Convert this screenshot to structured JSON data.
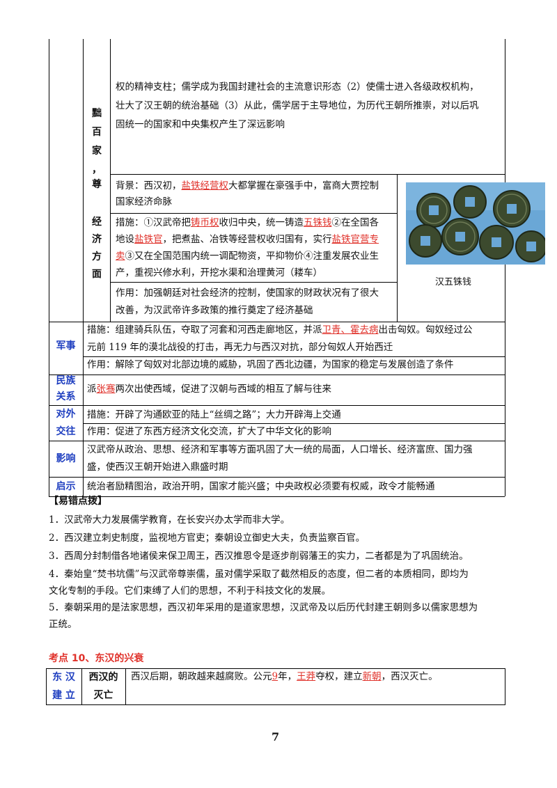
{
  "confucian": {
    "side_label_chars": [
      "黜",
      "百",
      "家",
      "，",
      "尊"
    ],
    "lines": [
      "权的精神支柱；儒学成为我国封建社会的主流意识形态（2）使儒士进入各级政权机构，",
      "壮大了汉王朝的统治基础（3）从此，儒学居于主导地位，为历代王朝所推崇，对以后巩",
      "固统一的国家和中央集权产生了深远影响"
    ]
  },
  "economy": {
    "label_chars": [
      "经",
      "济",
      "方",
      "面"
    ],
    "background": {
      "l1_a": "背景：西汉初，",
      "l1_red": "盐铁经营权",
      "l1_b": "大都掌握在豪强手中，富商大贾控制",
      "l2": "国家经济命脉"
    },
    "measures": {
      "l1_a": "措施：①汉武帝把",
      "l1_red1": "铸币权",
      "l1_b": "收归中央，统一铸造",
      "l1_red2": "五铢钱",
      "l1_c": "②在全国各",
      "l2_a": "地设",
      "l2_red1": "盐铁官",
      "l2_b": "，把煮盐、冶铁等经营权收归国有，实行",
      "l2_red2": "盐铁官营专",
      "l3_red": "卖",
      "l3_b": "③又在全国范围内统一调配物资，平抑物价④注重发展农业生",
      "l4": "产，重视兴修水利，开挖水渠和治理黄河（耧车）"
    },
    "effect": {
      "l1": "作用：加强朝廷对社会经济的控制，使国家的财政状况有了很大",
      "l2": "改善，为汉武帝许多政策的推行奠定了经济基础"
    },
    "coin_caption": "汉五铢钱"
  },
  "military": {
    "label": "军事",
    "m1_a": "措施：组建骑兵队伍，夺取了河套和河西走廊地区，并派",
    "m1_red": "卫青、霍去病",
    "m1_b": "出击匈奴。匈奴经过公",
    "m2": "元前 119 年的漠北战役的打击，再无力与西汉对抗，部分匈奴人开始西迁",
    "effect": "作用：解除了匈奴对北部边境的威胁，巩固了西北边疆，为国家的稳定与发展创造了条件"
  },
  "ethnic": {
    "label1": "民族",
    "label2": "关系",
    "a": "派",
    "red": "张骞",
    "b": "两次出使西域，促进了汉朝与西域的相互了解与往来"
  },
  "foreign": {
    "label1": "对外",
    "label2": "交往",
    "measure": "措施：开辟了沟通欧亚的陆上“丝绸之路”；大力开辟海上交通",
    "effect": "作用：促进了东西方经济文化交流，扩大了中华文化的影响"
  },
  "influence": {
    "label": "影响",
    "l1": "汉武帝从政治、思想、经济和军事等方面巩固了大一统的局面，人口增长、经济富庶、国力强",
    "l2": "盛，使西汉王朝开始进入鼎盛时期"
  },
  "enlighten": {
    "label": "启示",
    "text": "统治者励精图治，政治开明，国家才能兴盛；中央政权必须要有权威，政令才能畅通"
  },
  "tips": {
    "heading": "【易错点拨】",
    "items": [
      "1．汉武帝大力发展儒学教育，在长安兴办太学而非大学。",
      "2．西汉建立刺史制度，监视地方官吏；秦朝设立御史大夫，负责监察百官。",
      "3．西周分封制借各地诸侯来保卫周王，西汉推恩令是逐步削弱藩王的实力，二者都是为了巩固统治。",
      "4．秦始皇“焚书坑儒”与汉武帝尊崇儒，虽对儒学采取了截然相反的态度，但二者的本质相同，即均为",
      "文化专制的手段。它们束缚了人们的思想，不利于科技文化的发展。",
      "5．秦朝采用的是法家思想，西汉初年采用的是道家思想，汉武帝及以后历代封建王朝则多以儒家思想为",
      "正统。"
    ]
  },
  "section10": {
    "title": "考点 10、东汉的兴衰",
    "left1": "东 汉",
    "left2": "建 立",
    "sub1": "西汉的",
    "sub2": "灭亡",
    "t_a": "西汉后期，朝政越来越腐败。公元",
    "t_red1": "9",
    "t_b": "年，",
    "t_red2": "王莽",
    "t_c": "夺权，建立",
    "t_red3": "新朝",
    "t_d": "，西汉灭亡。"
  },
  "page_number": "7"
}
